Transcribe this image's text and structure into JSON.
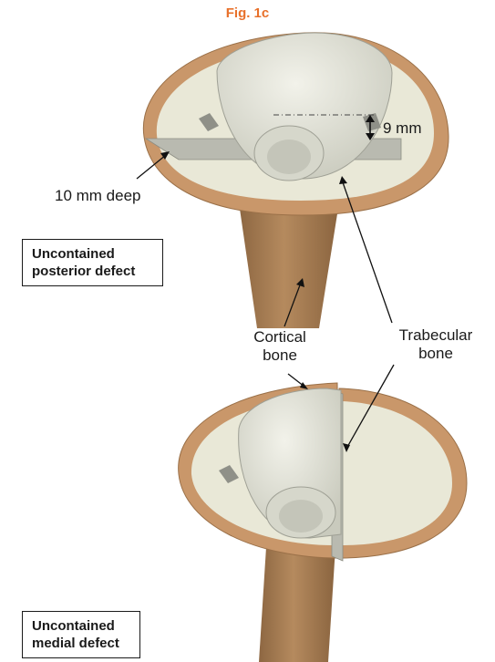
{
  "figure": {
    "title": "Fig. 1c",
    "title_color": "#e8702a"
  },
  "annotations": {
    "nine_mm": "9 mm",
    "ten_mm_deep": "10 mm deep",
    "cortical_bone": "Cortical\nbone",
    "trabecular_bone": "Trabecular\nbone"
  },
  "boxes": {
    "posterior": "Uncontained\nposterior defect",
    "medial": "Uncontained\nmedial defect"
  },
  "colors": {
    "cortical": "#c9976a",
    "trabecular": "#e9e8d7",
    "shaft": "#a67b52",
    "cut_surface": "#b9bab0"
  }
}
